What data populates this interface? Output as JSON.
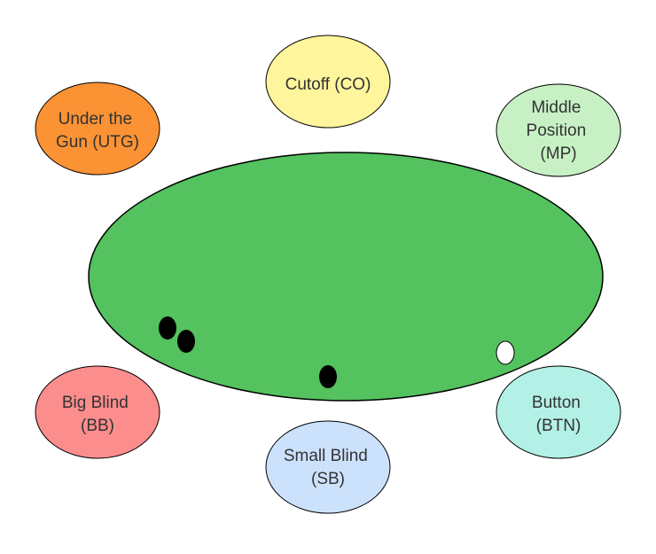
{
  "table": {
    "felt_color": "#54c25e"
  },
  "positions": {
    "utg": {
      "lines": [
        "Under the",
        "Gun (UTG)"
      ],
      "color": "#fb9233"
    },
    "co": {
      "lines": [
        "Cutoff (CO)"
      ],
      "color": "#fff59c"
    },
    "mp": {
      "lines": [
        "Middle",
        "Position",
        "(MP)"
      ],
      "color": "#c7f1c4"
    },
    "bb": {
      "lines": [
        "Big Blind",
        "(BB)"
      ],
      "color": "#fc8d8d"
    },
    "sb": {
      "lines": [
        "Small Blind",
        "(SB)"
      ],
      "color": "#cce1fb"
    },
    "btn": {
      "lines": [
        "Button",
        "(BTN)"
      ],
      "color": "#b3f1e6"
    }
  },
  "markers": {
    "big_blind_chips": {
      "color": "#000000",
      "count": 2
    },
    "small_blind_chip": {
      "color": "#000000",
      "count": 1
    },
    "dealer_button": {
      "color": "#ffffff",
      "count": 1
    }
  }
}
